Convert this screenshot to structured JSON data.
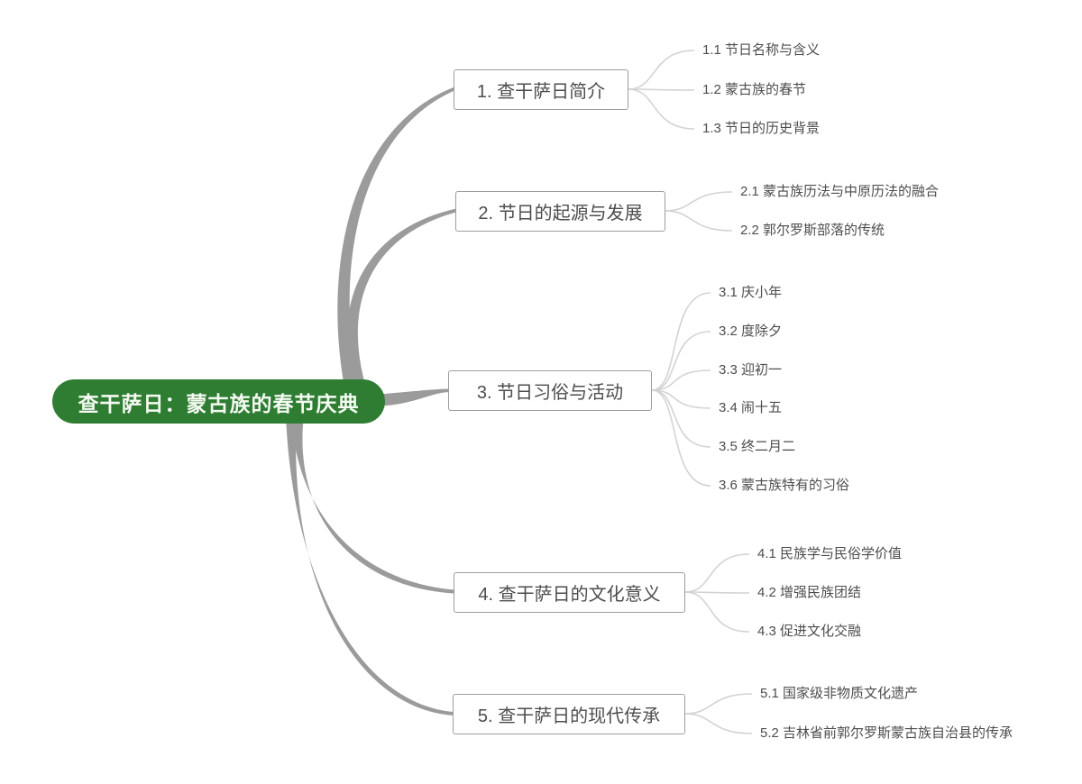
{
  "diagram": {
    "central": {
      "label": "查干萨日：蒙古族的春节庆典"
    },
    "branches": [
      {
        "label": "1. 查干萨日简介",
        "children": [
          "1.1 节日名称与含义",
          "1.2 蒙古族的春节",
          "1.3 节日的历史背景"
        ]
      },
      {
        "label": "2. 节日的起源与发展",
        "children": [
          "2.1 蒙古族历法与中原历法的融合",
          "2.2 郭尔罗斯部落的传统"
        ]
      },
      {
        "label": "3. 节日习俗与活动",
        "children": [
          "3.1 庆小年",
          "3.2 度除夕",
          "3.3 迎初一",
          "3.4 闹十五",
          "3.5 终二月二",
          "3.6 蒙古族特有的习俗"
        ]
      },
      {
        "label": "4. 查干萨日的文化意义",
        "children": [
          "4.1 民族学与民俗学价值",
          "4.2 增强民族团结",
          "4.3 促进文化交融"
        ]
      },
      {
        "label": "5. 查干萨日的现代传承",
        "children": [
          "5.1 国家级非物质文化遗产",
          "5.2 吉林省前郭尔罗斯蒙古族自治县的传承"
        ]
      }
    ],
    "colors": {
      "background": "#ffffff",
      "central_bg": "#2e7d33",
      "central_text": "#f4faf1",
      "branch_border": "#9d9d9d",
      "branch_text": "#4d4d4d",
      "child_text": "#4d4d4d",
      "main_connector": "#9b9b9b",
      "child_connector": "#d3d3d3"
    }
  }
}
